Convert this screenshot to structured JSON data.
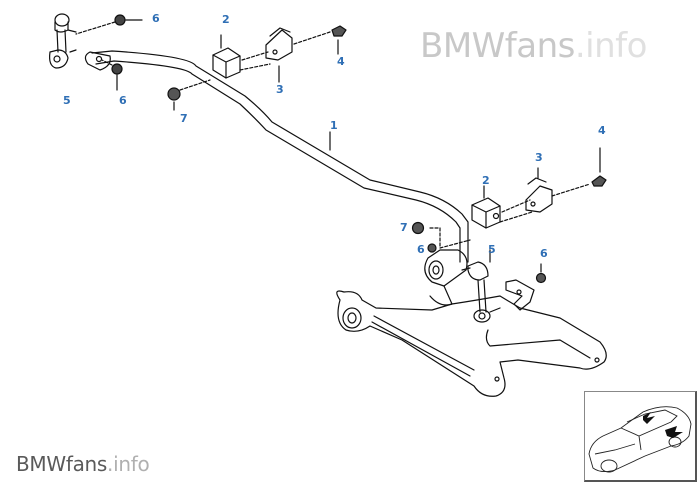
{
  "diagram": {
    "title": "Stabilizer bar / rear axle parts diagram",
    "label_color": "#2f6fb5",
    "callouts": [
      {
        "id": "c6a",
        "text": "6"
      },
      {
        "id": "c2a",
        "text": "2"
      },
      {
        "id": "c4a",
        "text": "4"
      },
      {
        "id": "c3a",
        "text": "3"
      },
      {
        "id": "c5a",
        "text": "5"
      },
      {
        "id": "c6b",
        "text": "6"
      },
      {
        "id": "c7a",
        "text": "7"
      },
      {
        "id": "c1",
        "text": "1"
      },
      {
        "id": "c4b",
        "text": "4"
      },
      {
        "id": "c3b",
        "text": "3"
      },
      {
        "id": "c2b",
        "text": "2"
      },
      {
        "id": "c7b",
        "text": "7"
      },
      {
        "id": "c6c",
        "text": "6"
      },
      {
        "id": "c5b",
        "text": "5"
      },
      {
        "id": "c6d",
        "text": "6"
      }
    ],
    "parts": [
      {
        "name": "stabilizer-bar"
      },
      {
        "name": "rubber-mounting"
      },
      {
        "name": "bracket"
      },
      {
        "name": "hex-bolt"
      },
      {
        "name": "stabilizer-link"
      },
      {
        "name": "self-locking-nut"
      },
      {
        "name": "collar-nut"
      },
      {
        "name": "trailing-arm"
      }
    ]
  },
  "watermarks": {
    "top": {
      "bold": "BMWfans",
      "thin": ".info"
    },
    "bottom": {
      "bold": "BMWfans",
      "thin": ".info"
    }
  },
  "inset": {
    "icon": "car-location-icon"
  }
}
